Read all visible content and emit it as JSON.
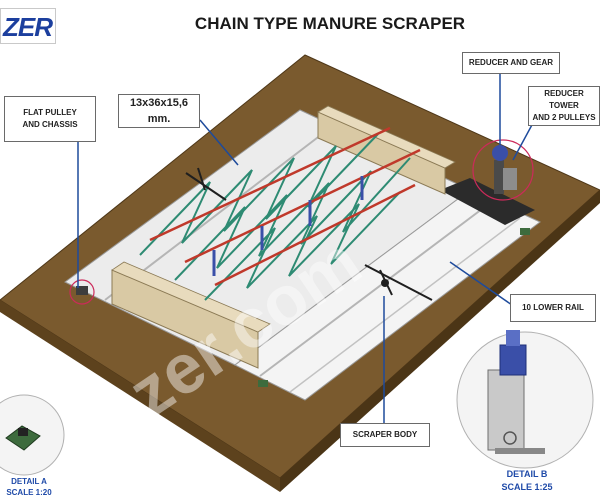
{
  "header": {
    "logo_text": "ZER",
    "title": "CHAIN TYPE MANURE SCRAPER"
  },
  "callouts": {
    "flat_pulley": [
      "FLAT PULLEY",
      "AND CHASSIS"
    ],
    "chain_size": [
      "13x36x15,6",
      "mm."
    ],
    "reducer_gear": "REDUCER AND GEAR",
    "reducer_tower": [
      "REDUCER TOWER",
      "AND 2 PULLEYS"
    ],
    "lower_rail": "10 LOWER RAIL",
    "scraper_body": "SCRAPER BODY"
  },
  "details": {
    "a": {
      "name": "DETAIL  A",
      "scale": "SCALE  1:20"
    },
    "b": {
      "name": "DETAIL  B",
      "scale": "SCALE  1:25"
    }
  },
  "colors": {
    "soil": "#7a5a2e",
    "floor": "#f2f2f2",
    "chain": "#2e8b73",
    "rod": "#c0392b",
    "accent": "#cc2a5a",
    "logo": "#1c3f9e"
  }
}
